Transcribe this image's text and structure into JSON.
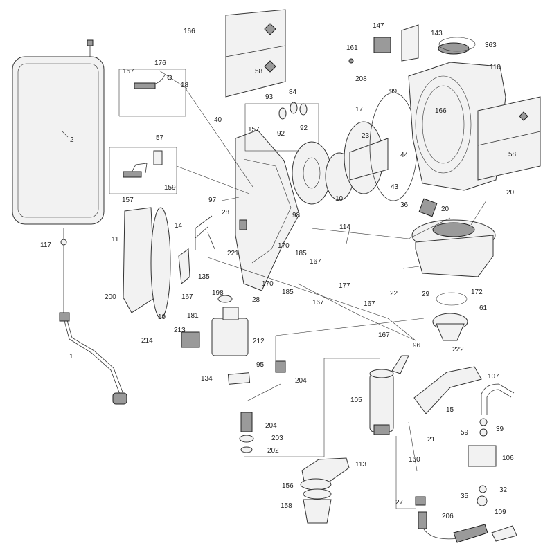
{
  "labels": {
    "l166a": "166",
    "l58a": "58",
    "l147": "147",
    "l143": "143",
    "l161": "161",
    "l208": "208",
    "l363": "363",
    "l110": "110",
    "l176": "176",
    "l157a": "157",
    "l18": "18",
    "l2": "2",
    "l93": "93",
    "l84": "84",
    "l157b": "157",
    "l92a": "92",
    "l92b": "92",
    "l99": "99",
    "l166b": "166",
    "l17": "17",
    "l40": "40",
    "l57": "57",
    "l23": "23",
    "l44": "44",
    "l58b": "58",
    "l159": "159",
    "l157c": "157",
    "l43": "43",
    "l20a": "20",
    "l20b": "20",
    "l97": "97",
    "l28a": "28",
    "l98": "98",
    "l10": "10",
    "l36": "36",
    "l11": "11",
    "l14": "14",
    "l221": "221",
    "l114": "114",
    "l117": "117",
    "l170a": "170",
    "l185a": "185",
    "l167a": "167",
    "l135": "135",
    "l200": "200",
    "l170b": "170",
    "l185b": "185",
    "l177": "177",
    "l22": "22",
    "l29": "29",
    "l172": "172",
    "l19": "19",
    "l167b": "167",
    "l198": "198",
    "l28b": "28",
    "l167c": "167",
    "l167d": "167",
    "l181": "181",
    "l61": "61",
    "l213": "213",
    "l214": "214",
    "l212": "212",
    "l167e": "167",
    "l96": "96",
    "l222": "222",
    "l1": "1",
    "l95": "95",
    "l134": "134",
    "l204a": "204",
    "l107": "107",
    "l105": "105",
    "l15": "15",
    "l204b": "204",
    "l39": "39",
    "l59": "59",
    "l203": "203",
    "l21": "21",
    "l202": "202",
    "l160": "160",
    "l106": "106",
    "l113": "113",
    "l156": "156",
    "l32": "32",
    "l158": "158",
    "l27": "27",
    "l35": "35",
    "l206": "206",
    "l109": "109"
  }
}
